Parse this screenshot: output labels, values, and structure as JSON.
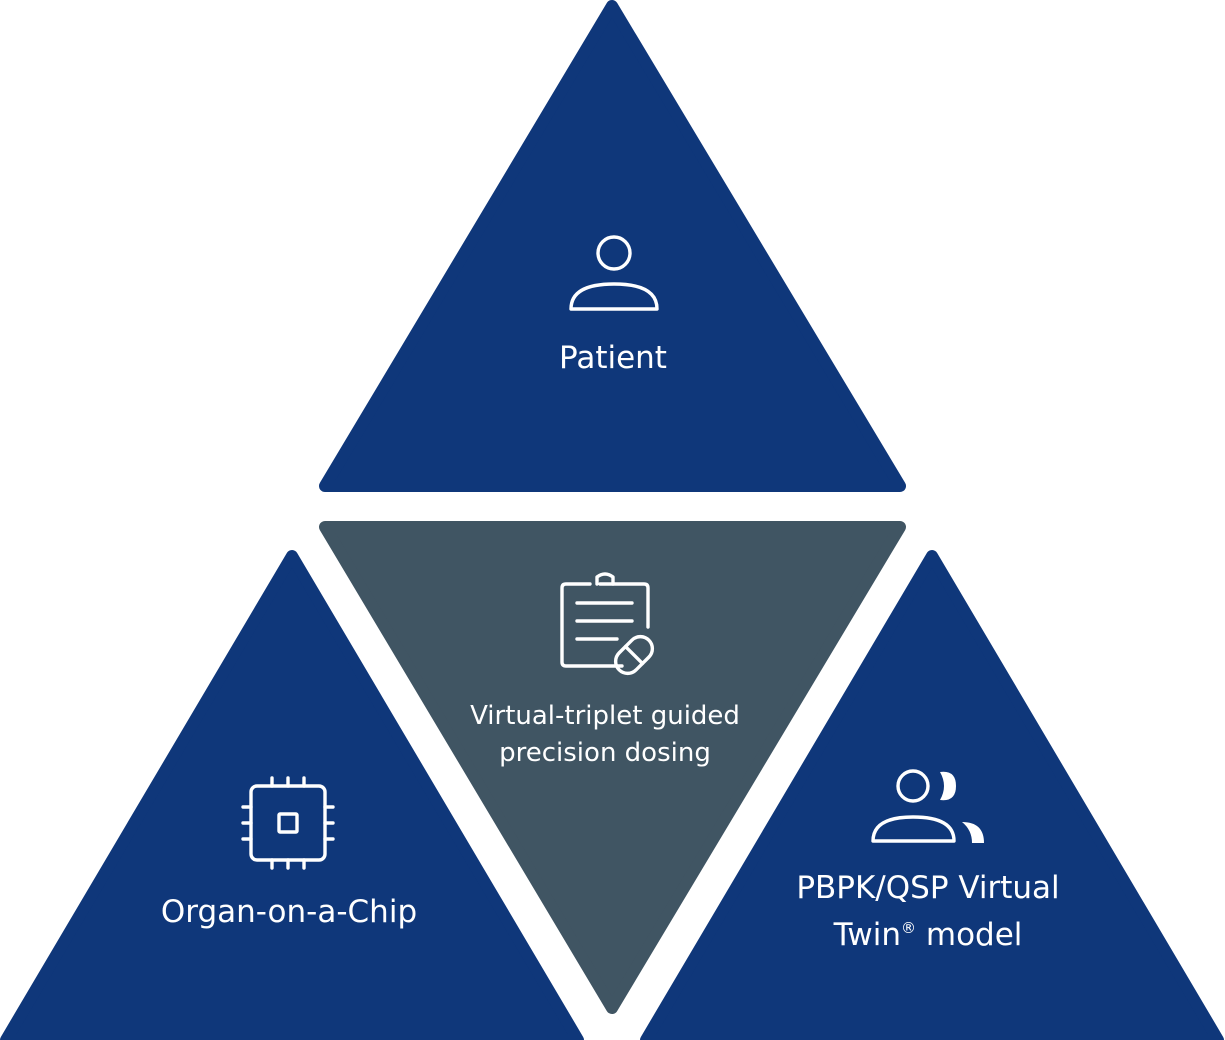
{
  "colors": {
    "primary_triangle": "#0f377a",
    "center_triangle": "#405563",
    "text": "#ffffff",
    "background": "#ffffff"
  },
  "patient": {
    "icon": "person-icon",
    "label": "Patient"
  },
  "center": {
    "icon": "clipboard-pill-icon",
    "label_line1": "Virtual-triplet guided",
    "label_line2": "precision dosing"
  },
  "organ_chip": {
    "icon": "chip-icon",
    "label": "Organ-on-a-Chip"
  },
  "virtual_twin": {
    "icon": "person-twin-icon",
    "label_line1": "PBPK/QSP Virtual",
    "label_line2_prefix": "Twin",
    "registered_mark": "®",
    "label_line2_suffix": " model"
  }
}
